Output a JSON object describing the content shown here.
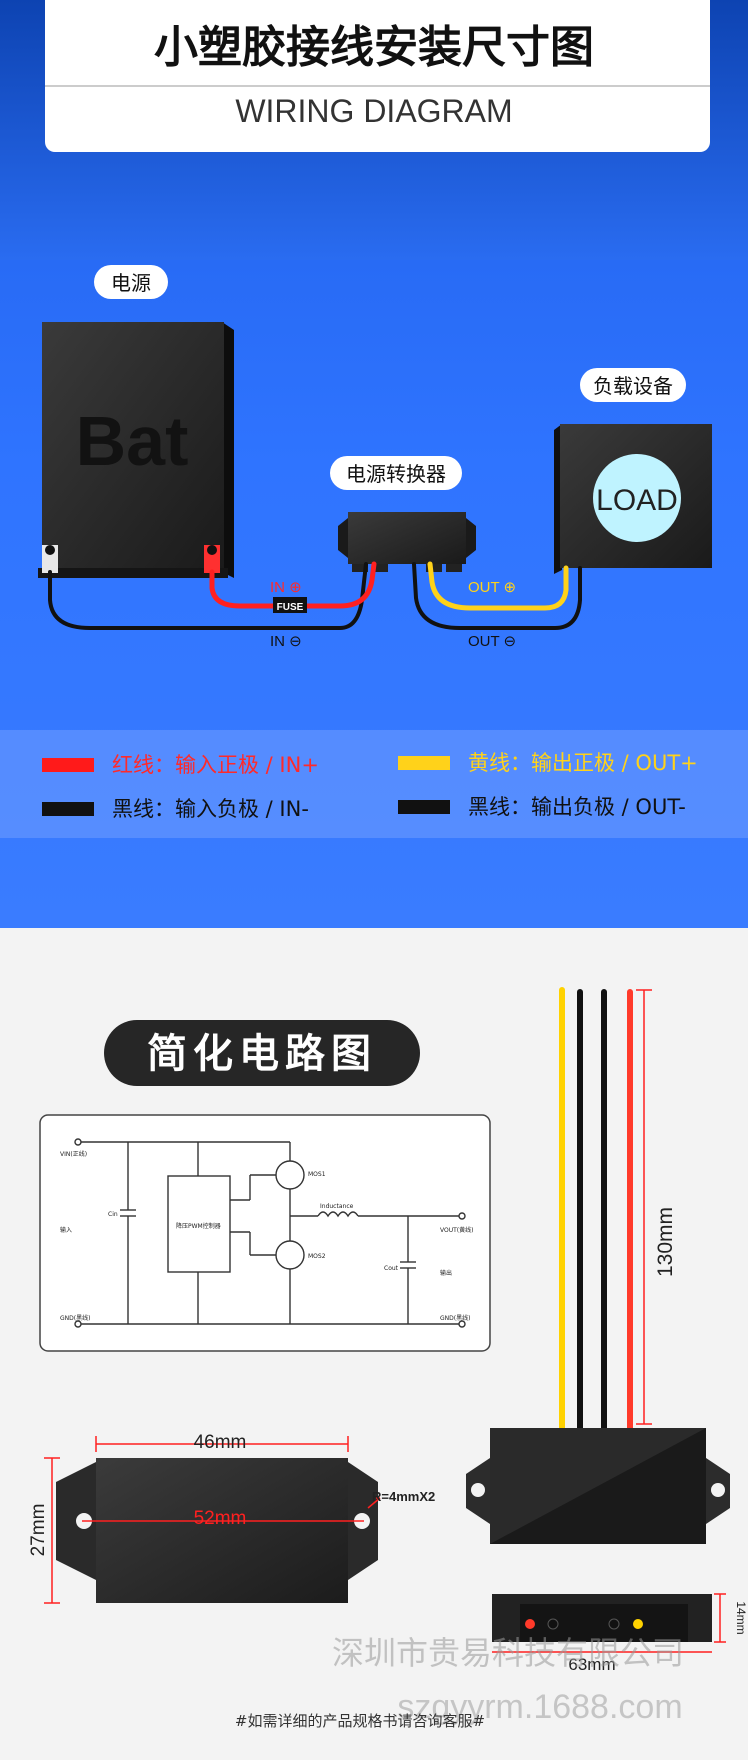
{
  "header": {
    "title": "小塑胶接线安装尺寸图",
    "subtitle": "WIRING DIAGRAM"
  },
  "wiring": {
    "power_label": "电源",
    "battery_text": "Bat",
    "converter_label": "电源转换器",
    "load_device_label": "负载设备",
    "load_text": "LOAD",
    "fuse_text": "FUSE",
    "in_plus": "IN ⊕",
    "in_minus": "IN ⊖",
    "out_plus": "OUT ⊕",
    "out_minus": "OUT ⊖"
  },
  "legend": [
    {
      "label": "红线：输入正极 / IN+",
      "swatch": "#ff1a1a",
      "text_color": "#ff2a2a"
    },
    {
      "label": "黄线：输出正极 / OUT+",
      "swatch": "#ffd21a",
      "text_color": "#ffd21a"
    },
    {
      "label": "黑线：输入负极 / IN-",
      "swatch": "#111111",
      "text_color": "#111111"
    },
    {
      "label": "黑线：输出负极 / OUT-",
      "swatch": "#111111",
      "text_color": "#111111"
    }
  ],
  "circuit": {
    "heading": "简化电路图",
    "vin": "VIN(正线)",
    "gnd_left": "GND(黑线)",
    "input": "输入",
    "cin": "Cin",
    "controller": "降压PWM控制器",
    "mos1": "MOS1",
    "mos2": "MOS2",
    "inductance": "Inductance",
    "cout": "Cout",
    "vout": "VOUT(黄线)",
    "output": "输出",
    "gnd_right": "GND(黑线)"
  },
  "dimensions": {
    "wire_length": "130mm",
    "body_width": "46mm",
    "body_height": "27mm",
    "hole_pitch": "52mm",
    "radius_note": "R=4mmX2",
    "thickness": "14mm",
    "total_length": "63mm"
  },
  "watermark": {
    "company": "深圳市贵易科技有限公司",
    "site": "szgyyrm.1688.com"
  },
  "footer": {
    "note": "#如需详细的产品规格书请咨询客服#"
  },
  "colors": {
    "blue_bg": "#2a6dff",
    "red_wire": "#ff2020",
    "yellow_wire": "#ffd21a",
    "black_wire": "#111111",
    "load_circle": "#bff3ff"
  }
}
